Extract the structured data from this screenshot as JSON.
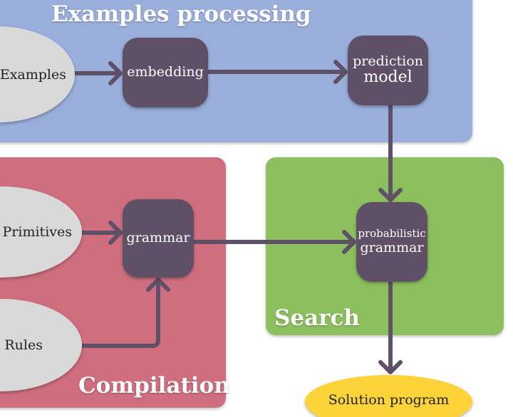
{
  "panels": {
    "examples_processing": "Examples processing",
    "compilation": "Compilation",
    "search": "Search"
  },
  "inputs": {
    "examples": "Examples",
    "primitives": "Primitives",
    "rules": "Rules"
  },
  "nodes": {
    "embedding": "embedding",
    "prediction_model": [
      "prediction",
      "model"
    ],
    "grammar": "grammar",
    "probabilistic_grammar": [
      "probabilistic",
      "grammar"
    ]
  },
  "output": {
    "solution_program": "Solution program"
  },
  "colors": {
    "examples_panel": "#9aaedc",
    "compilation_panel": "#cf6e7e",
    "search_panel": "#8cbf5e",
    "node": "#5f5068",
    "input_ellipse": "#d9d9d9",
    "output_ellipse": "#fdd33a",
    "arrow": "#5f5068"
  }
}
